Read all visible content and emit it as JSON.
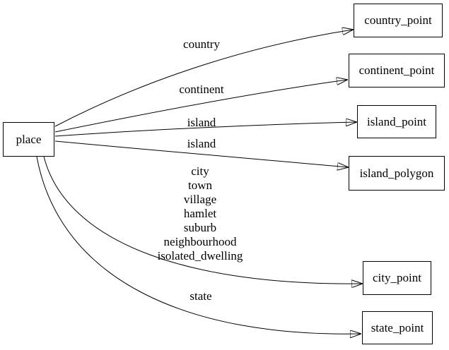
{
  "diagram": {
    "type": "graphviz-digraph",
    "background_color": "#ffffff",
    "line_color": "#000000",
    "text_color": "#000000",
    "nodes": [
      {
        "id": "place",
        "label": "place"
      },
      {
        "id": "country_point",
        "label": "country_point"
      },
      {
        "id": "continent_point",
        "label": "continent_point"
      },
      {
        "id": "island_point",
        "label": "island_point"
      },
      {
        "id": "island_polygon",
        "label": "island_polygon"
      },
      {
        "id": "city_point",
        "label": "city_point"
      },
      {
        "id": "state_point",
        "label": "state_point"
      }
    ],
    "edges": [
      {
        "from": "place",
        "to": "country_point",
        "label": "country"
      },
      {
        "from": "place",
        "to": "continent_point",
        "label": "continent"
      },
      {
        "from": "place",
        "to": "island_point",
        "label": "island"
      },
      {
        "from": "place",
        "to": "island_polygon",
        "label": "island"
      },
      {
        "from": "place",
        "to": "city_point",
        "label_lines": [
          "city",
          "town",
          "village",
          "hamlet",
          "suburb",
          "neighbourhood",
          "isolated_dwelling"
        ]
      },
      {
        "from": "place",
        "to": "state_point",
        "label": "state"
      }
    ]
  }
}
